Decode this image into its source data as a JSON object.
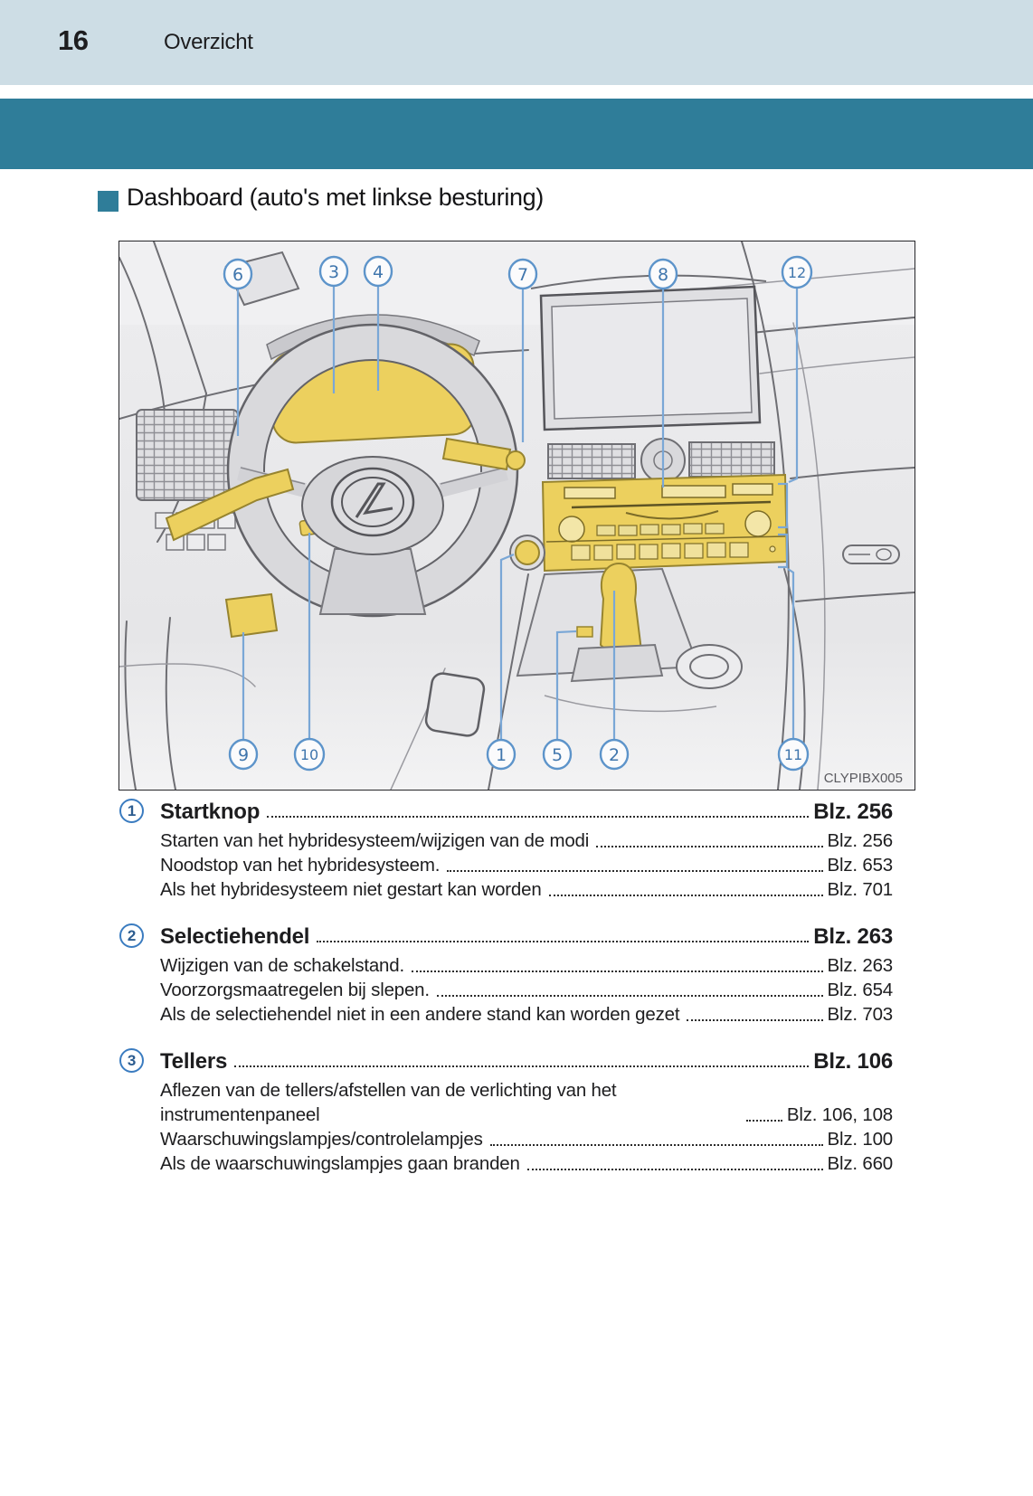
{
  "header": {
    "page_number": "16",
    "section": "Overzicht"
  },
  "heading": {
    "title": "Dashboard (auto's met linkse besturing)"
  },
  "figure": {
    "code": "CLYPIBX005",
    "callouts": [
      "6",
      "3",
      "4",
      "7",
      "8",
      "12",
      "9",
      "10",
      "1",
      "5",
      "2",
      "11"
    ]
  },
  "index": {
    "items": [
      {
        "num": "1",
        "title": "Startknop",
        "page": "Blz. 256",
        "subs": [
          {
            "text": "Starten van het hybridesysteem/wijzigen van de modi",
            "page": "Blz. 256"
          },
          {
            "text": "Noodstop van het hybridesysteem.",
            "page": "Blz. 653"
          },
          {
            "text": "Als het hybridesysteem niet gestart kan worden",
            "page": "Blz. 701"
          }
        ]
      },
      {
        "num": "2",
        "title": "Selectiehendel",
        "page": "Blz. 263",
        "subs": [
          {
            "text": "Wijzigen van de schakelstand.",
            "page": "Blz. 263"
          },
          {
            "text": "Voorzorgsmaatregelen bij slepen.",
            "page": "Blz. 654"
          },
          {
            "text": "Als de selectiehendel niet in een andere stand kan worden gezet",
            "page": "Blz. 703"
          }
        ]
      },
      {
        "num": "3",
        "title": "Tellers",
        "page": "Blz. 106",
        "subs": [
          {
            "text": "Aflezen van de tellers/afstellen van de verlichting van het instrumentenpaneel",
            "page": "Blz. 106, 108"
          },
          {
            "text": "Waarschuwingslampjes/controlelampjes",
            "page": "Blz. 100"
          },
          {
            "text": "Als de waarschuwingslampjes gaan branden",
            "page": "Blz. 660"
          }
        ]
      }
    ]
  },
  "colors": {
    "header_band": "#cddde5",
    "teal": "#2f7d99",
    "callout_blue": "#5d94ca",
    "highlight_yellow": "#ecd05e",
    "text": "#1d1d1f"
  }
}
